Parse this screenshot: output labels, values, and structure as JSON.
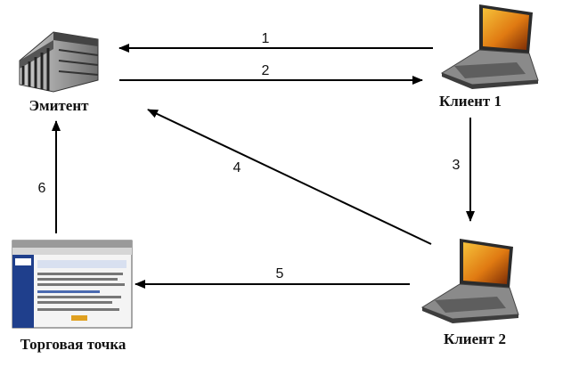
{
  "nodes": {
    "issuer": {
      "label": "Эмитент",
      "icon": "building-icon"
    },
    "client1": {
      "label": "Клиент 1",
      "icon": "laptop-icon"
    },
    "client2": {
      "label": "Клиент 2",
      "icon": "laptop-icon"
    },
    "shop": {
      "label": "Торговая точка",
      "icon": "web-page-icon"
    }
  },
  "arrows": [
    {
      "label": "1",
      "from": "client1",
      "to": "issuer"
    },
    {
      "label": "2",
      "from": "issuer",
      "to": "client1"
    },
    {
      "label": "3",
      "from": "client1",
      "to": "client2"
    },
    {
      "label": "4",
      "from": "client2",
      "to": "issuer"
    },
    {
      "label": "5",
      "from": "client2",
      "to": "shop"
    },
    {
      "label": "6",
      "from": "shop",
      "to": "issuer"
    }
  ],
  "colors": {
    "line": "#000000",
    "laptop_body": "#8a8a8a",
    "laptop_screen": "#e08a10",
    "page_header": "#1f3f8c"
  }
}
